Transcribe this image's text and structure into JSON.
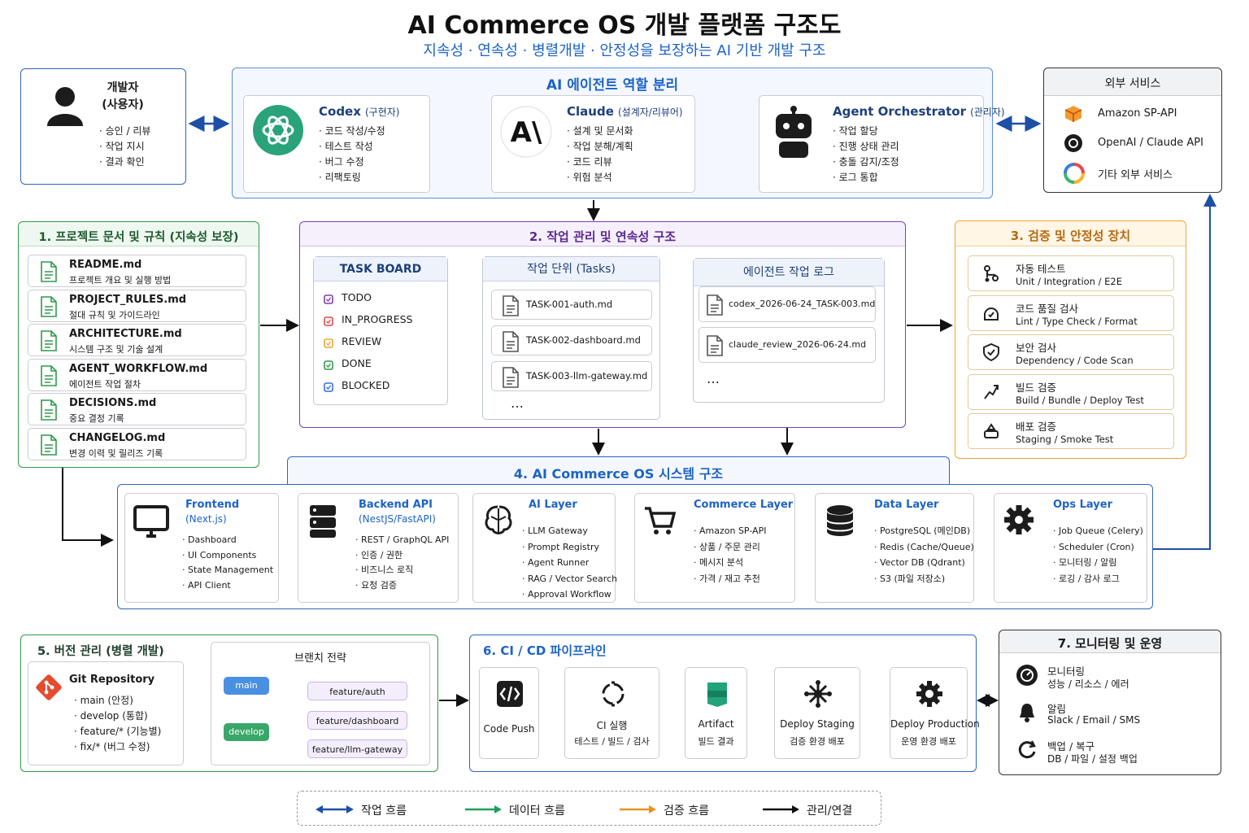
{
  "title": "AI Commerce OS 개발 플랫폼 구조도",
  "subtitle": "지속성 · 연속성 · 병렬개발 · 안정성을 보장하는 AI 기반 개발 구조",
  "developer": {
    "title1": "개발자",
    "title2": "(사용자)",
    "items": [
      "· 승인 / 리뷰",
      "· 작업 지시",
      "· 결과 확인"
    ]
  },
  "agents": {
    "title": "AI 에이전트 역할 분리",
    "codex": {
      "name": "Codex",
      "role": "(구현자)",
      "items": [
        "· 코드 작성/수정",
        "· 테스트 작성",
        "· 버그 수정",
        "· 리팩토링"
      ]
    },
    "claude": {
      "name": "Claude",
      "role": "(설계자/리뷰어)",
      "items": [
        "· 설계 및 문서화",
        "· 작업 분해/계획",
        "· 코드 리뷰",
        "· 위험 분석"
      ]
    },
    "orchestrator": {
      "name": "Agent Orchestrator",
      "role": "(관리자)",
      "items": [
        "· 작업 할당",
        "· 진행 상태 관리",
        "· 충돌 감지/조정",
        "· 로그 통합"
      ]
    }
  },
  "external": {
    "title": "외부 서비스",
    "items": [
      "Amazon SP-API",
      "OpenAI / Claude API",
      "기타 외부 서비스"
    ]
  },
  "docs": {
    "title": "1. 프로젝트 문서 및 규칙 (지속성 보장)",
    "items": [
      {
        "name": "README.md",
        "desc": "프로젝트 개요 및 실행 방법"
      },
      {
        "name": "PROJECT_RULES.md",
        "desc": "절대 규칙 및 가이드라인"
      },
      {
        "name": "ARCHITECTURE.md",
        "desc": "시스템 구조 및 기술 설계"
      },
      {
        "name": "AGENT_WORKFLOW.md",
        "desc": "에이전트 작업 절차"
      },
      {
        "name": "DECISIONS.md",
        "desc": "중요 결정 기록"
      },
      {
        "name": "CHANGELOG.md",
        "desc": "변경 이력 및 릴리즈 기록"
      }
    ]
  },
  "tasks": {
    "title": "2. 작업 관리 및 연속성 구조",
    "board_title": "TASK BOARD",
    "board": [
      "TODO",
      "IN_PROGRESS",
      "REVIEW",
      "DONE",
      "BLOCKED"
    ],
    "units_title": "작업 단위 (Tasks)",
    "units": [
      "TASK-001-auth.md",
      "TASK-002-dashboard.md",
      "TASK-003-llm-gateway.md"
    ],
    "logs_title": "에이전트 작업 로그",
    "logs": [
      "codex_2026-06-24_TASK-003.md",
      "claude_review_2026-06-24.md"
    ],
    "ellipsis": "…"
  },
  "verify": {
    "title": "3. 검증 및 안정성 장치",
    "items": [
      {
        "name": "자동 테스트",
        "desc": "Unit / Integration / E2E"
      },
      {
        "name": "코드 품질 검사",
        "desc": "Lint / Type Check / Format"
      },
      {
        "name": "보안 검사",
        "desc": "Dependency / Code Scan"
      },
      {
        "name": "빌드 검증",
        "desc": "Build / Bundle / Deploy Test"
      },
      {
        "name": "배포 검증",
        "desc": "Staging / Smoke Test"
      }
    ]
  },
  "system": {
    "title": "4. AI Commerce OS 시스템 구조",
    "layers": [
      {
        "name": "Frontend",
        "sub": "(Next.js)",
        "items": [
          "· Dashboard",
          "· UI Components",
          "· State Management",
          "· API Client"
        ]
      },
      {
        "name": "Backend API",
        "sub": "(NestJS/FastAPI)",
        "items": [
          "· REST / GraphQL API",
          "· 인증 / 권한",
          "· 비즈니스 로직",
          "· 요청 검증"
        ]
      },
      {
        "name": "AI Layer",
        "sub": "",
        "items": [
          "· LLM Gateway",
          "· Prompt Registry",
          "· Agent Runner",
          "· RAG / Vector Search",
          "· Approval Workflow"
        ]
      },
      {
        "name": "Commerce Layer",
        "sub": "",
        "items": [
          "· Amazon SP-API",
          "· 상품 / 주문 관리",
          "· 메시지 분석",
          "· 가격 / 재고 추천"
        ]
      },
      {
        "name": "Data Layer",
        "sub": "",
        "items": [
          "· PostgreSQL (메인DB)",
          "· Redis (Cache/Queue)",
          "· Vector DB (Qdrant)",
          "· S3 (파일 저장소)"
        ]
      },
      {
        "name": "Ops Layer",
        "sub": "",
        "items": [
          "· Job Queue (Celery)",
          "· Scheduler (Cron)",
          "· 모니터링 / 알림",
          "· 로깅 / 감사 로그"
        ]
      }
    ]
  },
  "git": {
    "title": "5. 버전 관리 (병렬 개발)",
    "repo": "Git Repository",
    "items": [
      "· main (안정)",
      "· develop (통합)",
      "· feature/* (기능별)",
      "· fix/* (버그 수정)"
    ],
    "branch_title": "브랜치 전략",
    "main": "main",
    "develop": "develop",
    "features": [
      "feature/auth",
      "feature/dashboard",
      "feature/llm-gateway"
    ]
  },
  "cicd": {
    "title": "6. CI / CD 파이프라인",
    "steps": [
      {
        "name": "Code Push",
        "desc": ""
      },
      {
        "name": "CI 실행",
        "desc": "테스트 / 빌드 / 검사"
      },
      {
        "name": "Artifact",
        "desc": "빌드 결과"
      },
      {
        "name": "Deploy Staging",
        "desc": "검증 환경 배포"
      },
      {
        "name": "Deploy Production",
        "desc": "운영 환경 배포"
      }
    ]
  },
  "monitor": {
    "title": "7. 모니터링 및 운영",
    "items": [
      {
        "name": "모니터링",
        "desc": "성능 / 리소스 / 에러"
      },
      {
        "name": "알림",
        "desc": "Slack / Email / SMS"
      },
      {
        "name": "백업 / 복구",
        "desc": "DB / 파일 / 설정 백업"
      }
    ]
  },
  "legend": [
    {
      "label": "작업 흐름",
      "color": "#1d4fa8"
    },
    {
      "label": "데이터 흐름",
      "color": "#1e9e5a"
    },
    {
      "label": "검증 흐름",
      "color": "#e8921f"
    },
    {
      "label": "관리/연결",
      "color": "#111111"
    }
  ],
  "colors": {
    "green": "#2e9a4a",
    "purple": "#7b3fb8",
    "orange": "#f0a531",
    "blue": "#1d63c7"
  }
}
